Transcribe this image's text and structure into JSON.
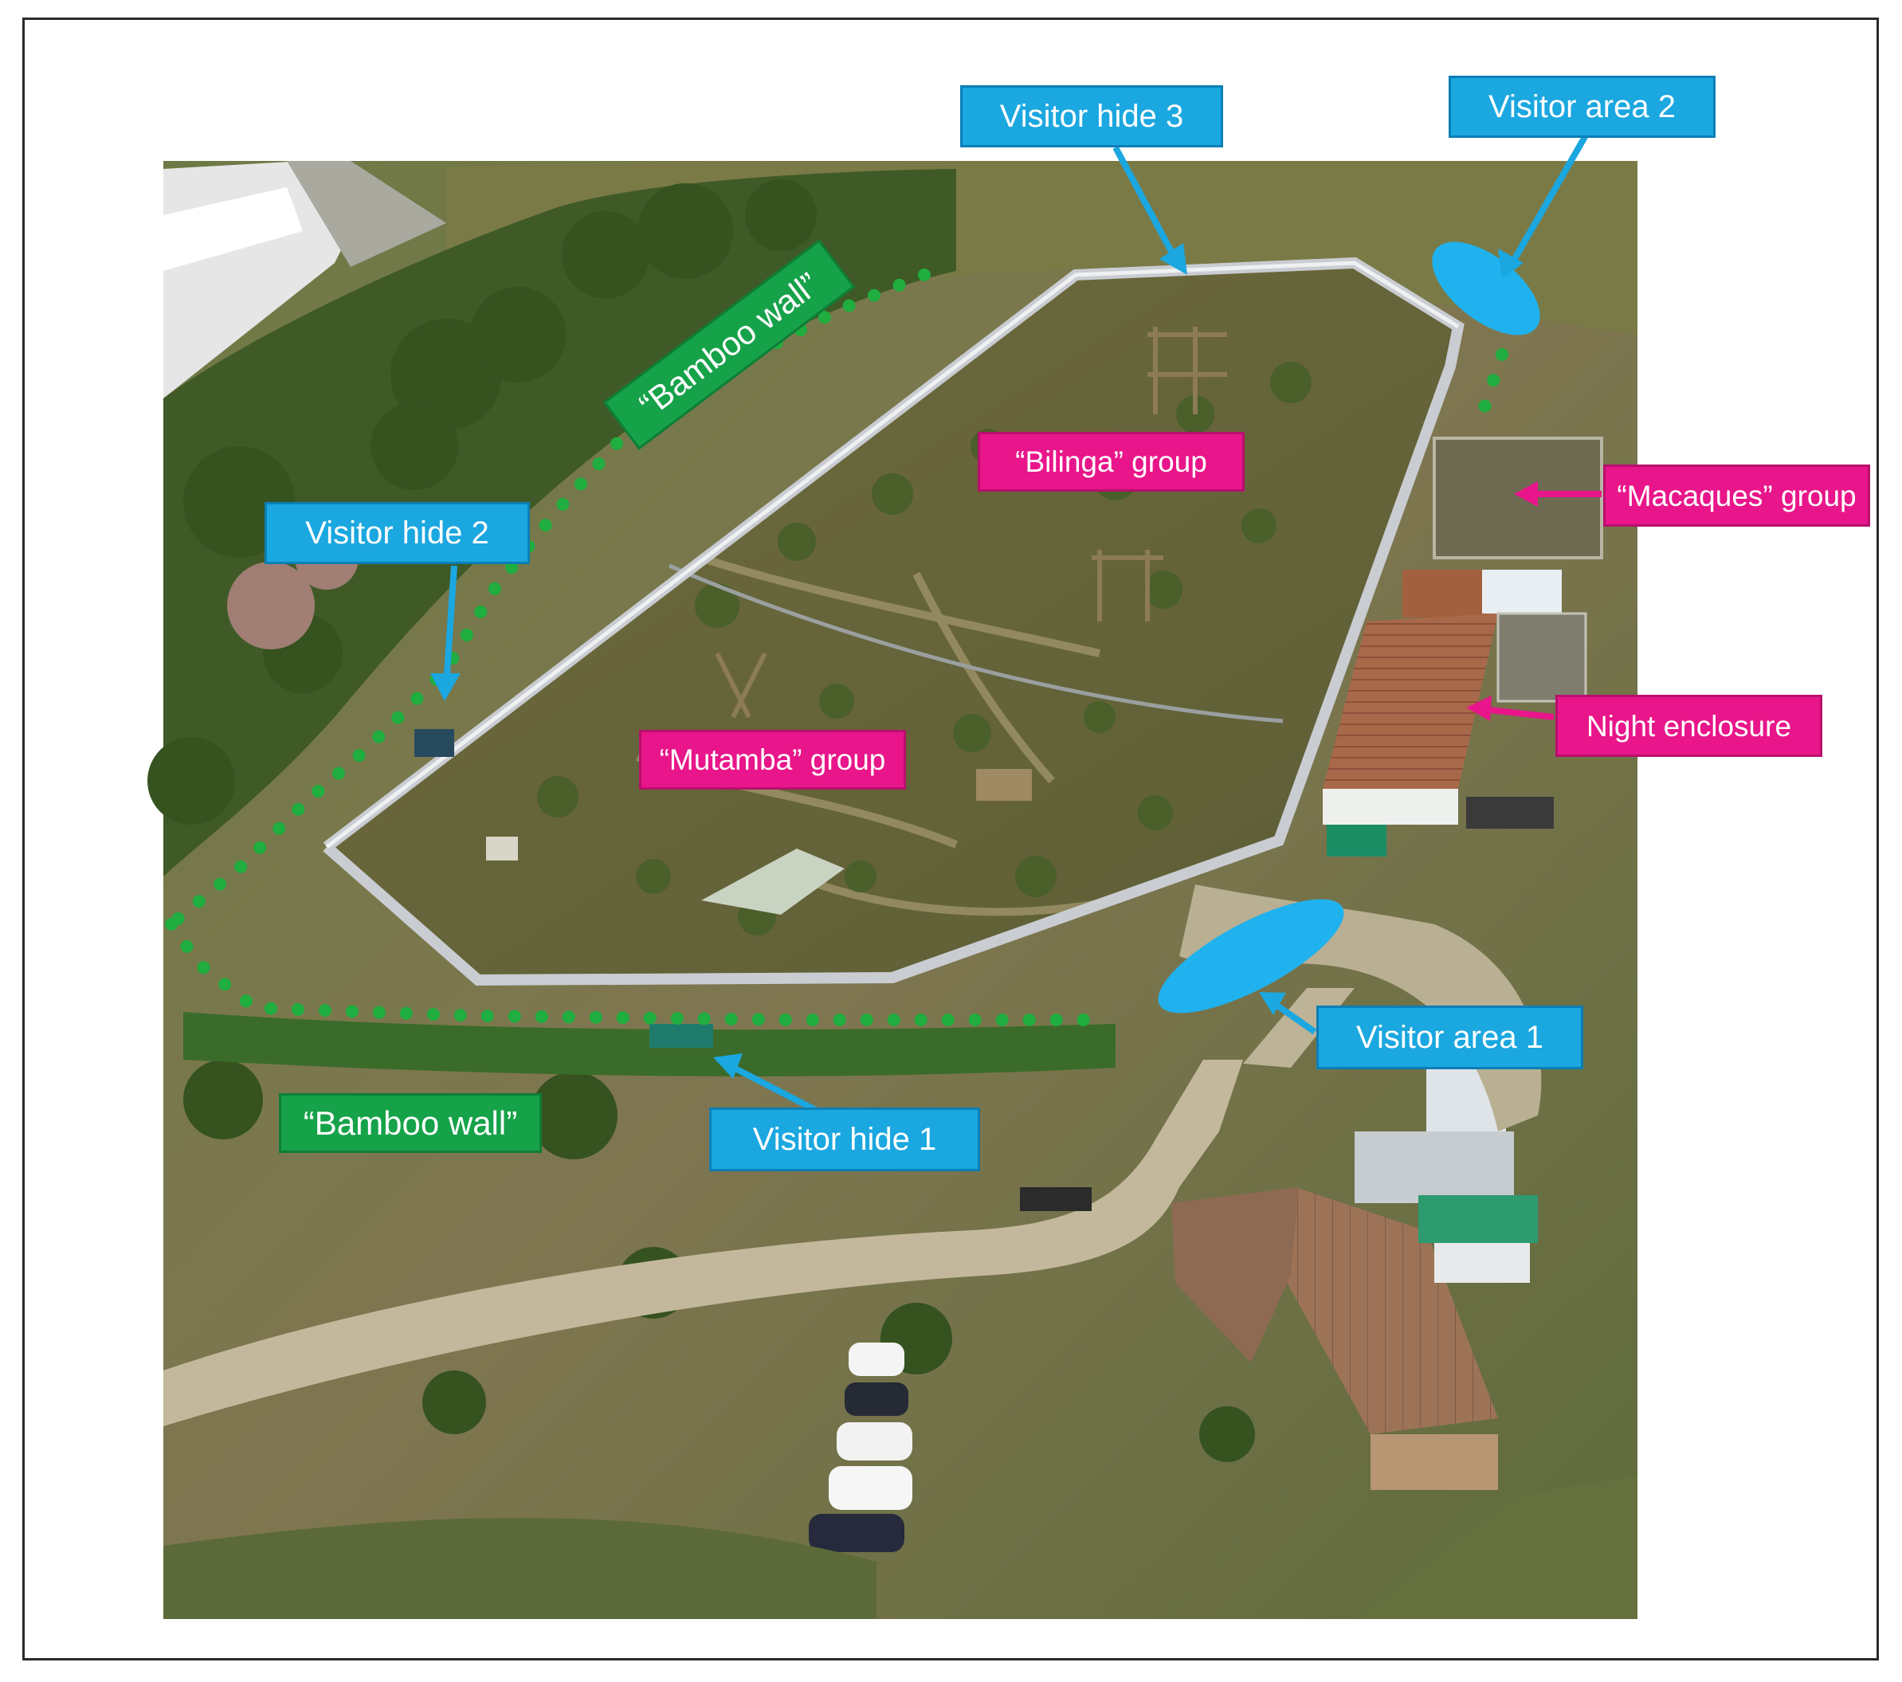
{
  "labels": {
    "visitor_hide_1": "Visitor hide 1",
    "visitor_hide_2": "Visitor hide 2",
    "visitor_hide_3": "Visitor hide 3",
    "visitor_area_1": "Visitor area 1",
    "visitor_area_2": "Visitor area 2",
    "bilinga_group": "“Bilinga” group",
    "mutamba_group": "“Mutamba” group",
    "macaques_group": "“Macaques” group",
    "night_enclosure": "Night enclosure",
    "bamboo_wall_top": "“Bamboo wall”",
    "bamboo_wall_bottom": "“Bamboo wall”"
  },
  "colors": {
    "visitor_label": "#1ba7e0",
    "group_label": "#e8168a",
    "bamboo_label": "#16a249",
    "bamboo_dots": "#1fae3f",
    "visitor_area_blob": "#1fb2ee",
    "fence": "#c9ccd1",
    "vegetation": "#4e6b2a",
    "ground": "#8a7a57"
  }
}
